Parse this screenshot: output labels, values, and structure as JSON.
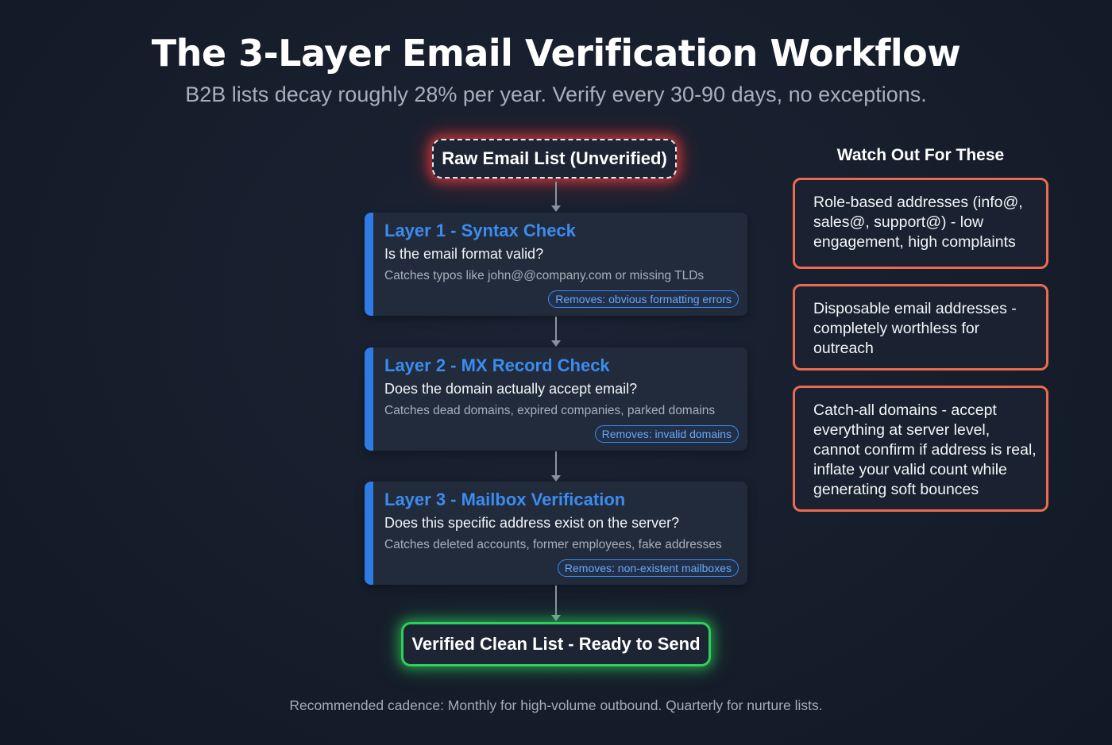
{
  "title": "The 3-Layer Email Verification Workflow",
  "subtitle": "B2B lists decay roughly 28% per year. Verify every 30-90 days, no exceptions.",
  "start_node": "Raw Email List (Unverified)",
  "layers": [
    {
      "title": "Layer 1 - Syntax Check",
      "question": "Is the email format valid?",
      "detail": "Catches typos like john@@company.com or missing TLDs",
      "badge": "Removes: obvious formatting errors"
    },
    {
      "title": "Layer 2 - MX Record Check",
      "question": "Does the domain actually accept email?",
      "detail": "Catches dead domains, expired companies, parked domains",
      "badge": "Removes: invalid domains"
    },
    {
      "title": "Layer 3 - Mailbox Verification",
      "question": "Does this specific address exist on the server?",
      "detail": "Catches deleted accounts, former employees, fake addresses",
      "badge": "Removes: non-existent mailboxes"
    }
  ],
  "end_node": "Verified Clean List - Ready to Send",
  "side_panel": {
    "heading": "Watch Out For These",
    "warnings": [
      "Role-based addresses (info@, sales@, support@) - low engagement, high complaints",
      "Disposable email addresses - completely worthless for outreach",
      "Catch-all domains - accept everything at server level, cannot confirm if address is real, inflate your valid count while generating soft bounces"
    ]
  },
  "footer": "Recommended cadence: Monthly for high-volume outbound. Quarterly for nurture lists.",
  "colors": {
    "background": "#161d2b",
    "layer_accent": "#2f7be6",
    "start_glow": "#e63c3c",
    "end_border": "#2ed05a",
    "warning_border": "#ec6a4e"
  }
}
